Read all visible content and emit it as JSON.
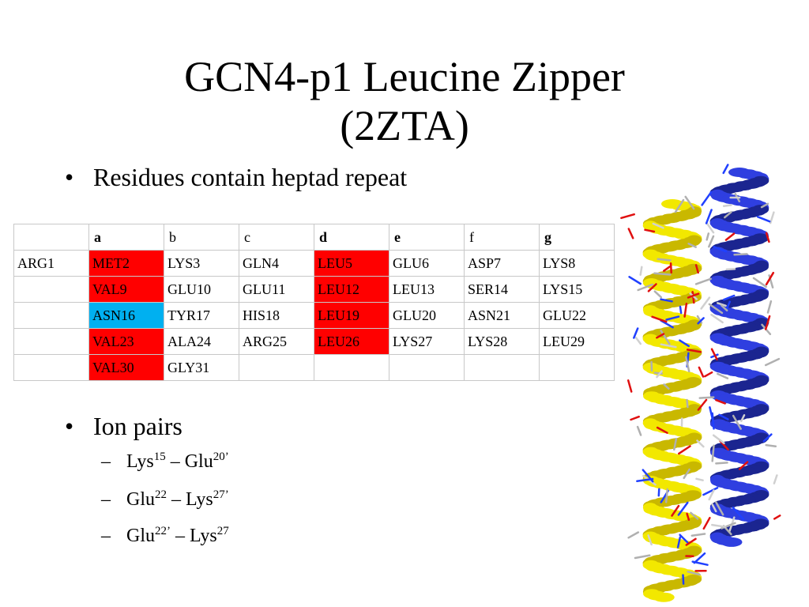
{
  "slide": {
    "title_line1": "GCN4-p1 Leucine Zipper",
    "title_line2": "(2ZTA)",
    "bullet1": "Residues contain heptad repeat",
    "bullet2": "Ion pairs",
    "ion_pairs": [
      {
        "a_base": "Lys",
        "a_sup": "15",
        "sep": " – ",
        "b_base": "Glu",
        "b_sup": "20’"
      },
      {
        "a_base": "Glu",
        "a_sup": "22",
        "sep": " – ",
        "b_base": "Lys",
        "b_sup": "27’"
      },
      {
        "a_base": "Glu",
        "a_sup": "22’",
        "sep": " – ",
        "b_base": "Lys",
        "b_sup": "27"
      }
    ],
    "bullet_glyph": "•",
    "dash_glyph": "–"
  },
  "table": {
    "headers": [
      "",
      "a",
      "b",
      "c",
      "d",
      "e",
      "f",
      "g"
    ],
    "rows": [
      [
        "ARG1",
        "MET2",
        "LYS3",
        "GLN4",
        "LEU5",
        "GLU6",
        "ASP7",
        "LYS8"
      ],
      [
        "",
        "VAL9",
        "GLU10",
        "GLU11",
        "LEU12",
        "LEU13",
        "SER14",
        "LYS15"
      ],
      [
        "",
        "ASN16",
        "TYR17",
        "HIS18",
        "LEU19",
        "GLU20",
        "ASN21",
        "GLU22"
      ],
      [
        "",
        "VAL23",
        "ALA24",
        "ARG25",
        "LEU26",
        "LYS27",
        "LYS28",
        "LEU29"
      ],
      [
        "",
        "VAL30",
        "GLY31",
        "",
        "",
        "",
        "",
        ""
      ]
    ]
  },
  "colors": {
    "position_a_d_highlight": "#ff0000",
    "asn16_highlight": "#00b0f0",
    "helix_left": "#f2e800",
    "helix_right": "#2f3fe0"
  },
  "figure": {
    "icon": "coiled-coil-structure-icon"
  }
}
